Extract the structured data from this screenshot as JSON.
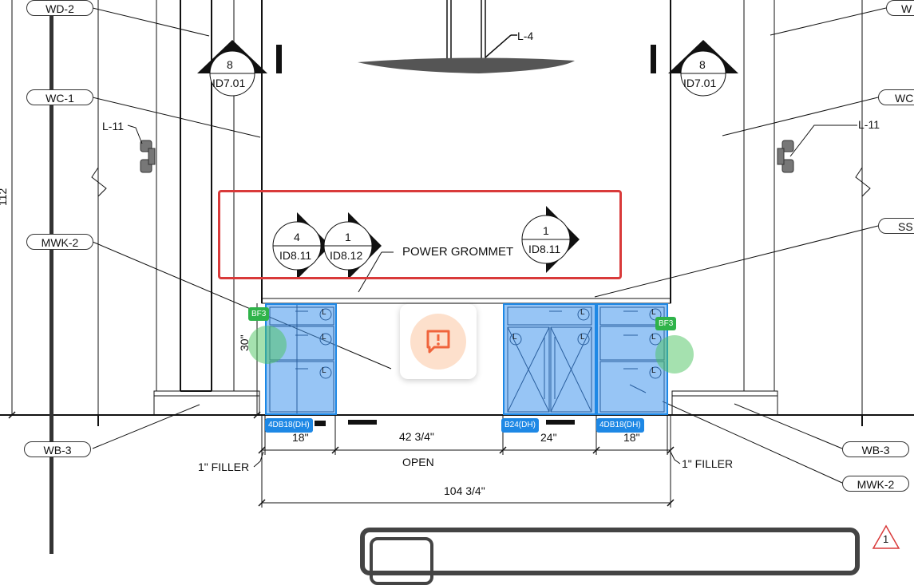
{
  "left_tags": [
    "WD-2",
    "WC-1",
    "MWK-2",
    "WB-3"
  ],
  "right_tags": [
    "W",
    "WC",
    "SS",
    "WB-3",
    "MWK-2"
  ],
  "elevation_markers": [
    {
      "number": "8",
      "sheet": "ID7.01"
    },
    {
      "number": "8",
      "sheet": "ID7.01"
    }
  ],
  "section_markers": [
    {
      "number": "4",
      "sheet": "ID8.11"
    },
    {
      "number": "1",
      "sheet": "ID8.12"
    },
    {
      "number": "1",
      "sheet": "ID8.11"
    }
  ],
  "fixture_labels": {
    "pendant": "L-4",
    "sconce_left": "L-11",
    "sconce_right": "L-11"
  },
  "annotation": "POWER GROMMET",
  "cabinets": [
    {
      "tag": "4DB18(DH)",
      "color": "#1e88e5"
    },
    {
      "tag": "B24(DH)",
      "color": "#1e88e5"
    },
    {
      "tag": "4DB18(DH)",
      "color": "#1e88e5"
    }
  ],
  "bf_tags": [
    "BF3",
    "BF3"
  ],
  "bf_color": "#2fb34a",
  "hinge_mark": "L",
  "dimensions": {
    "height": "30\"",
    "side_height": "112",
    "left_width": "18\"",
    "open_width": "42 3/4\"",
    "center_width": "24\"",
    "right_width": "18\"",
    "total": "104 3/4\"",
    "open_label": "OPEN",
    "filler_left": "1\" FILLER",
    "filler_right": "1\" FILLER"
  },
  "markup_color": "#d93a3a",
  "comment_icon": "comment-alert-icon",
  "comment_color": "#f0643c",
  "warning_badge": "1",
  "warning_color": "#d93a3a"
}
